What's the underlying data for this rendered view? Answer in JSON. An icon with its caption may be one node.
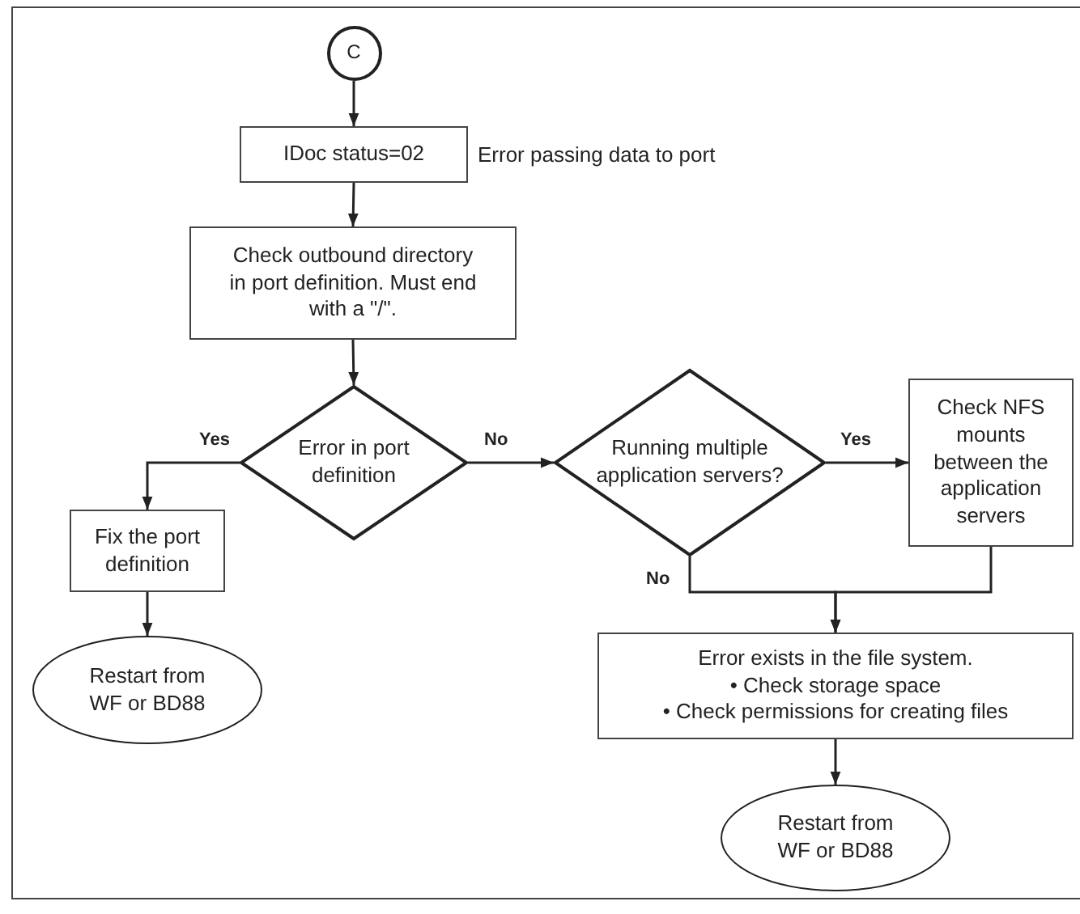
{
  "diagram": {
    "nodes": [
      {
        "text": [
          "C"
        ]
      },
      {
        "text": [
          "IDoc status=02"
        ],
        "beside": [
          "Error passing data to port"
        ]
      },
      {
        "text": [
          "Check outbound directory in port definition. Must end with a \"/\"."
        ]
      },
      {
        "text": [
          "Error in port definition"
        ]
      },
      {
        "text": [
          "Running multiple application servers?"
        ]
      },
      {
        "text": [
          "Check NFS mounts between the application servers"
        ]
      },
      {
        "text": [
          "Fix the port definition"
        ]
      },
      {
        "text": [
          "Restart from WF or BD88"
        ]
      },
      {
        "text": [
          "Error exists in the file system.",
          "• Check storage space",
          "• Check permissions for creating files"
        ]
      },
      {
        "text": [
          "Restart from WF or BD88"
        ]
      }
    ],
    "edges": [
      {
        "from": 0,
        "to": 1,
        "arrow": "to"
      },
      {
        "from": 1,
        "to": 2,
        "arrow": "to"
      },
      {
        "from": 2,
        "to": 3,
        "arrow": "to"
      },
      {
        "from": 3,
        "to": 6,
        "arrow": "to",
        "label": "Yes"
      },
      {
        "from": 3,
        "to": 4,
        "arrow": "to",
        "label": "No"
      },
      {
        "from": 4,
        "to": 5,
        "arrow": "to",
        "label": "Yes"
      },
      {
        "from": 4,
        "to": 8,
        "arrow": "to",
        "label": "No"
      },
      {
        "from": 5,
        "to": 8,
        "arrow": "to"
      },
      {
        "from": 6,
        "to": 7,
        "arrow": "to"
      },
      {
        "from": 8,
        "to": 9,
        "arrow": "to"
      }
    ]
  }
}
